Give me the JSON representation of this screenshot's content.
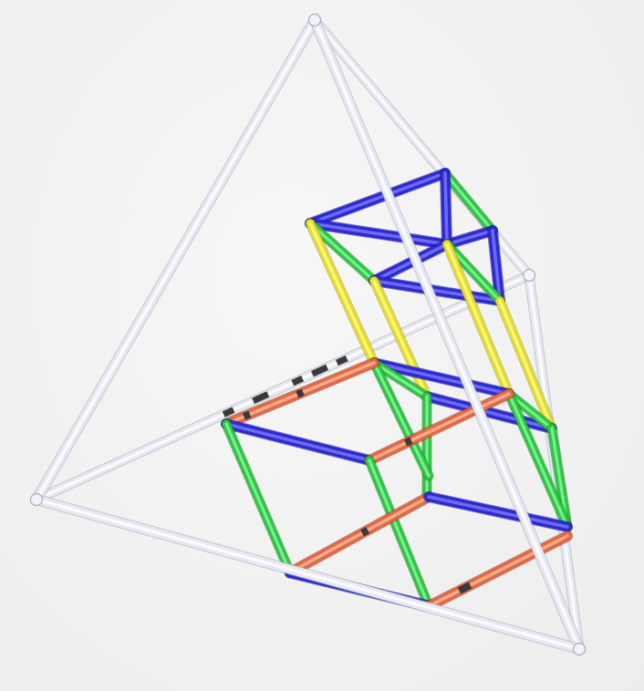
{
  "diagram": {
    "kind": "3d-wireframe-rendering",
    "description_visible_text": "",
    "colors": {
      "background": "#f1f1f1",
      "outer_frame": "#e6e8f2",
      "blue": "#2d2bd0",
      "green": "#33c24a",
      "yellow": "#e6dc36",
      "red": "#e06a48",
      "dark_band": "#3a3a3a"
    },
    "edge_groups": [
      {
        "name": "outer-tetrahedron",
        "color_key": "outer_frame"
      },
      {
        "name": "blue-edges",
        "color_key": "blue"
      },
      {
        "name": "green-edges",
        "color_key": "green"
      },
      {
        "name": "yellow-edges",
        "color_key": "yellow"
      },
      {
        "name": "red-edges",
        "color_key": "red"
      }
    ]
  }
}
